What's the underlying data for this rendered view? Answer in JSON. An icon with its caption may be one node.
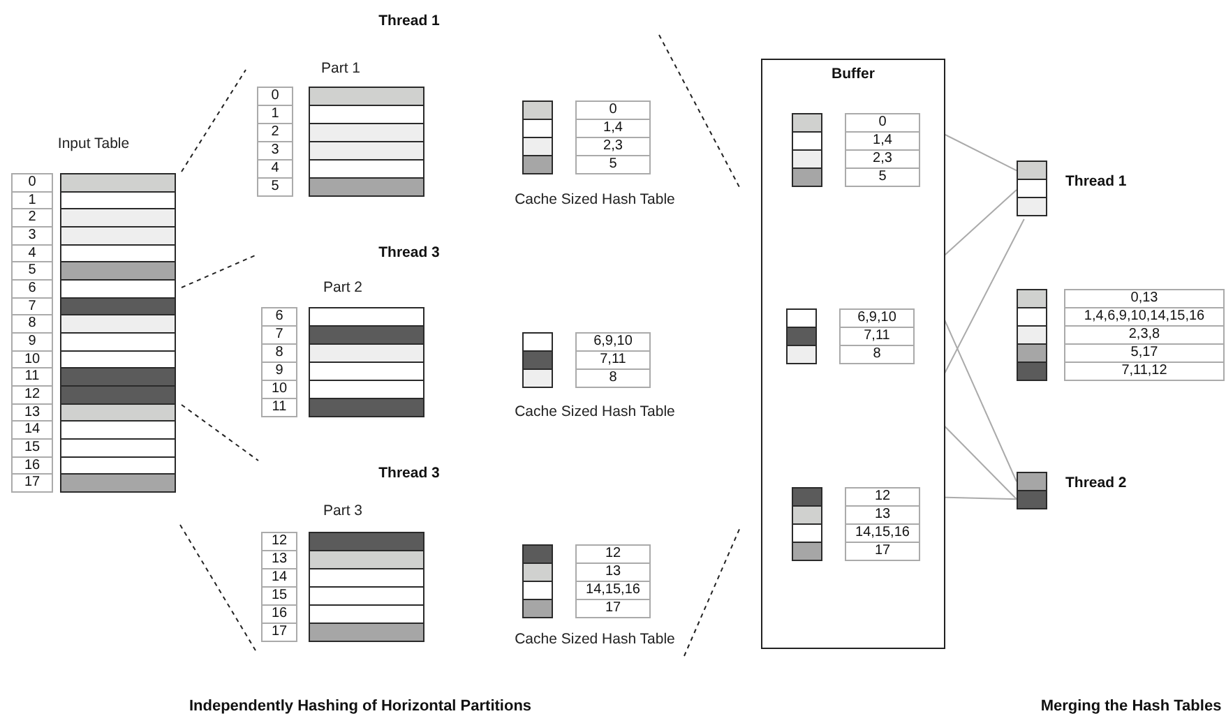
{
  "diagram": {
    "nodes": [
      {
        "text": [
          "Input Table",
          "0",
          "1",
          "2",
          "3",
          "4",
          "5",
          "6",
          "7",
          "8",
          "9",
          "10",
          "11",
          "12",
          "13",
          "14",
          "15",
          "16",
          "17"
        ]
      },
      {
        "text": [
          "Part 1",
          "0",
          "1",
          "2",
          "3",
          "4",
          "5"
        ]
      },
      {
        "text": [
          "0",
          "1,4",
          "2,3",
          "5"
        ],
        "beside": [
          "Cache Sized Hash Table"
        ]
      },
      {
        "text": [
          "Part 2",
          "6",
          "7",
          "8",
          "9",
          "10",
          "11"
        ]
      },
      {
        "text": [
          "6,9,10",
          "7,11",
          "8"
        ],
        "beside": [
          "Cache Sized Hash Table"
        ]
      },
      {
        "text": [
          "Part 3",
          "12",
          "13",
          "14",
          "15",
          "16",
          "17"
        ]
      },
      {
        "text": [
          "12",
          "13",
          "14,15,16",
          "17"
        ],
        "beside": [
          "Cache Sized Hash Table"
        ]
      },
      {
        "text": [
          "Buffer"
        ]
      },
      {
        "text": [
          "0",
          "1,4",
          "2,3",
          "5"
        ],
        "in": 7
      },
      {
        "text": [
          "6,9,10",
          "7,11",
          "8"
        ],
        "in": 7
      },
      {
        "text": [
          "12",
          "13",
          "14,15,16",
          "17"
        ],
        "in": 7
      },
      {
        "text": [
          "Thread 1"
        ]
      },
      {
        "text": [
          "0,13",
          "1,4,6,9,10,14,15,16",
          "2,3,8",
          "5,17",
          "7,11,12"
        ]
      },
      {
        "text": [
          "Thread 2"
        ]
      }
    ],
    "edges": [
      {
        "from": 8,
        "to": 11,
        "arrow": "none"
      },
      {
        "from": 8,
        "to": 13,
        "arrow": "none"
      },
      {
        "from": 9,
        "to": 11,
        "arrow": "none"
      },
      {
        "from": 9,
        "to": 13,
        "arrow": "none"
      },
      {
        "from": 10,
        "to": 11,
        "arrow": "none"
      },
      {
        "from": 10,
        "to": 13,
        "arrow": "none"
      }
    ],
    "labels": [
      "Thread 1",
      "Thread 3",
      "Thread 3",
      "Independently Hashing of Horizontal Partitions",
      "Merging the Hash Tables"
    ]
  }
}
